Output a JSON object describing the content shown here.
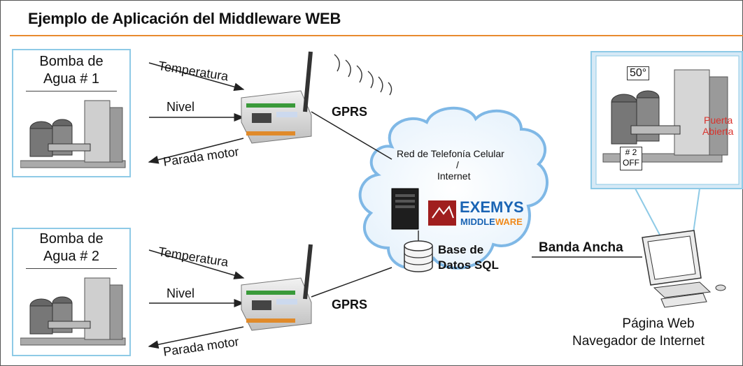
{
  "title": "Ejemplo de Aplicación del Middleware WEB",
  "pumps": [
    {
      "line1": "Bomba de",
      "line2": "Agua # 1"
    },
    {
      "line1": "Bomba de",
      "line2": "Agua # 2"
    }
  ],
  "signals": {
    "temperatura": "Temperatura",
    "nivel": "Nivel",
    "parada": "Parada motor"
  },
  "gprs": "GPRS",
  "cloud": {
    "line1": "Red de Telefonía Celular",
    "line2": "/",
    "line3": "Internet"
  },
  "brand": {
    "name": "EXEMYS",
    "sub_a": "MIDDLE",
    "sub_b": "WARE"
  },
  "database": {
    "line1": "Base de",
    "line2": "Datos SQL"
  },
  "broadband": "Banda Ancha",
  "web": {
    "temp": "50°",
    "door_line1": "Puerta",
    "door_line2": "Abierta",
    "status_line1": "# 2",
    "status_line2": "OFF",
    "label_line1": "Página Web",
    "label_line2": "Navegador de Internet"
  },
  "colors": {
    "accent_orange": "#e88a2e",
    "box_blue": "#8ecae6",
    "cloud_blue": "#7fb8e6",
    "brand_blue": "#1a64b4",
    "brand_orange": "#f08a1c",
    "alert_red": "#d9322c"
  }
}
